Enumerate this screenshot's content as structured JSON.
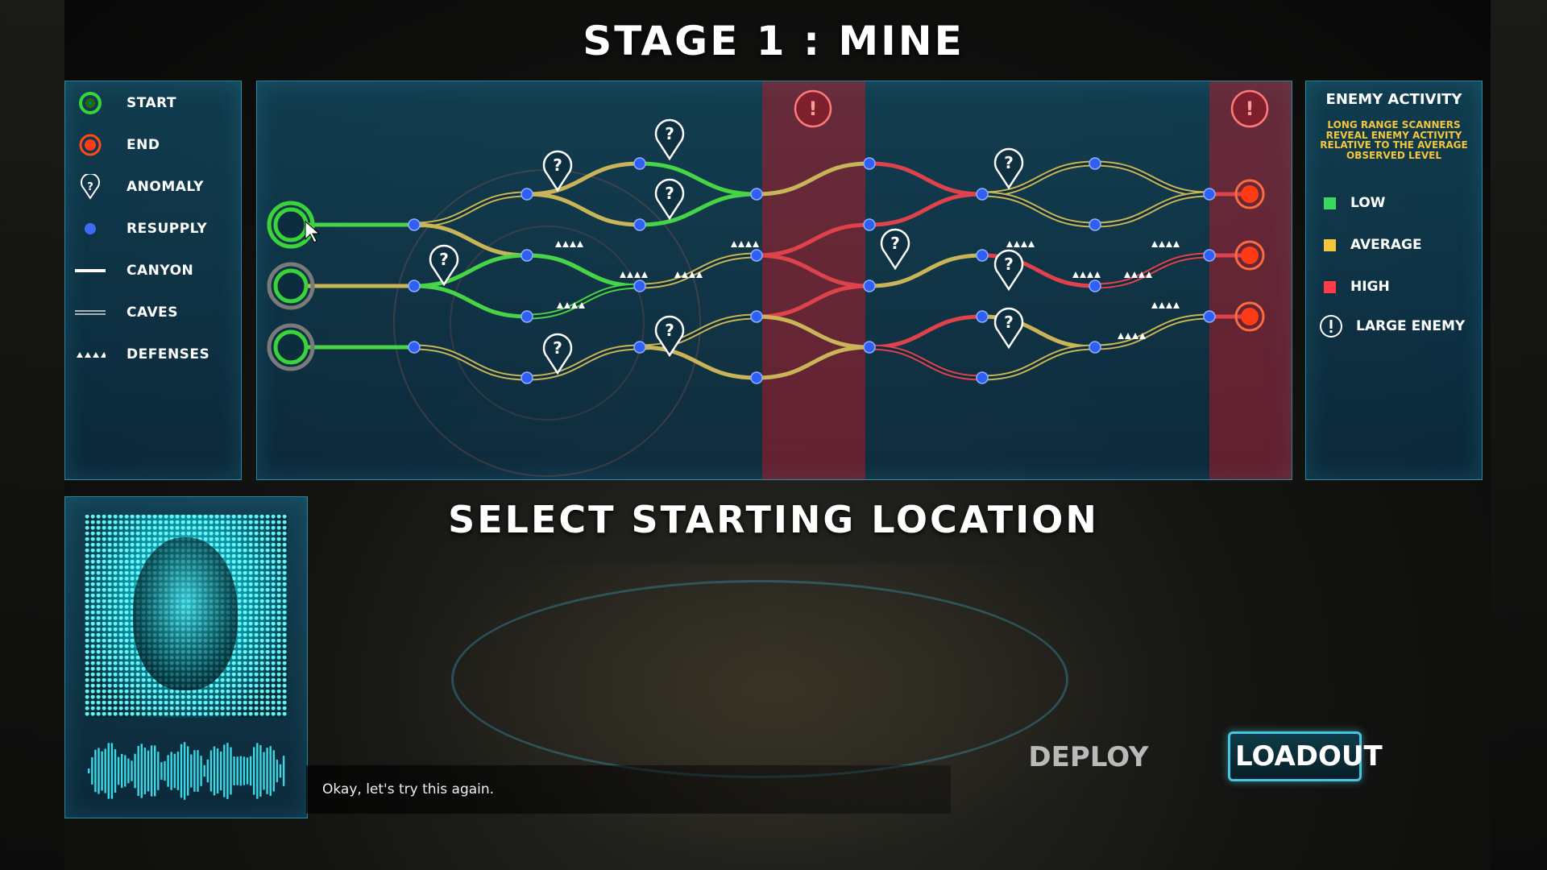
{
  "header": {
    "title": "STAGE 1 : MINE"
  },
  "legend": {
    "items": [
      {
        "label": "START",
        "icon": "start-ring-icon",
        "color": "#3ad43a"
      },
      {
        "label": "END",
        "icon": "end-node-icon",
        "color": "#ff4a1a"
      },
      {
        "label": "ANOMALY",
        "icon": "anomaly-marker-icon"
      },
      {
        "label": "RESUPPLY",
        "icon": "resupply-dot-icon",
        "color": "#3d6bff"
      },
      {
        "label": "CANYON",
        "icon": "canyon-line-icon"
      },
      {
        "label": "CAVES",
        "icon": "caves-line-icon"
      },
      {
        "label": "DEFENSES",
        "icon": "defenses-icon"
      }
    ]
  },
  "enemy_activity": {
    "title": "ENEMY ACTIVITY",
    "description": "LONG RANGE SCANNERS REVEAL ENEMY ACTIVITY RELATIVE TO THE AVERAGE OBSERVED LEVEL",
    "levels": [
      {
        "label": "LOW",
        "color": "#3ad860"
      },
      {
        "label": "AVERAGE",
        "color": "#f3c63c"
      },
      {
        "label": "HIGH",
        "color": "#ff3b4a"
      }
    ],
    "large_enemy_label": "LARGE ENEMY"
  },
  "map": {
    "colors": {
      "low": "#47d447",
      "average": "#c9b558",
      "high": "#e0424c",
      "resupply": "#2f5ff5",
      "end": "#ff3a14",
      "start": "#3ad43a"
    },
    "warning_symbol": "!",
    "anomaly_symbol": "?"
  },
  "main": {
    "instruction": "SELECT STARTING LOCATION"
  },
  "dialog": {
    "text": "Okay, let's try this again."
  },
  "buttons": {
    "deploy": "DEPLOY",
    "loadout": "LOADOUT"
  }
}
